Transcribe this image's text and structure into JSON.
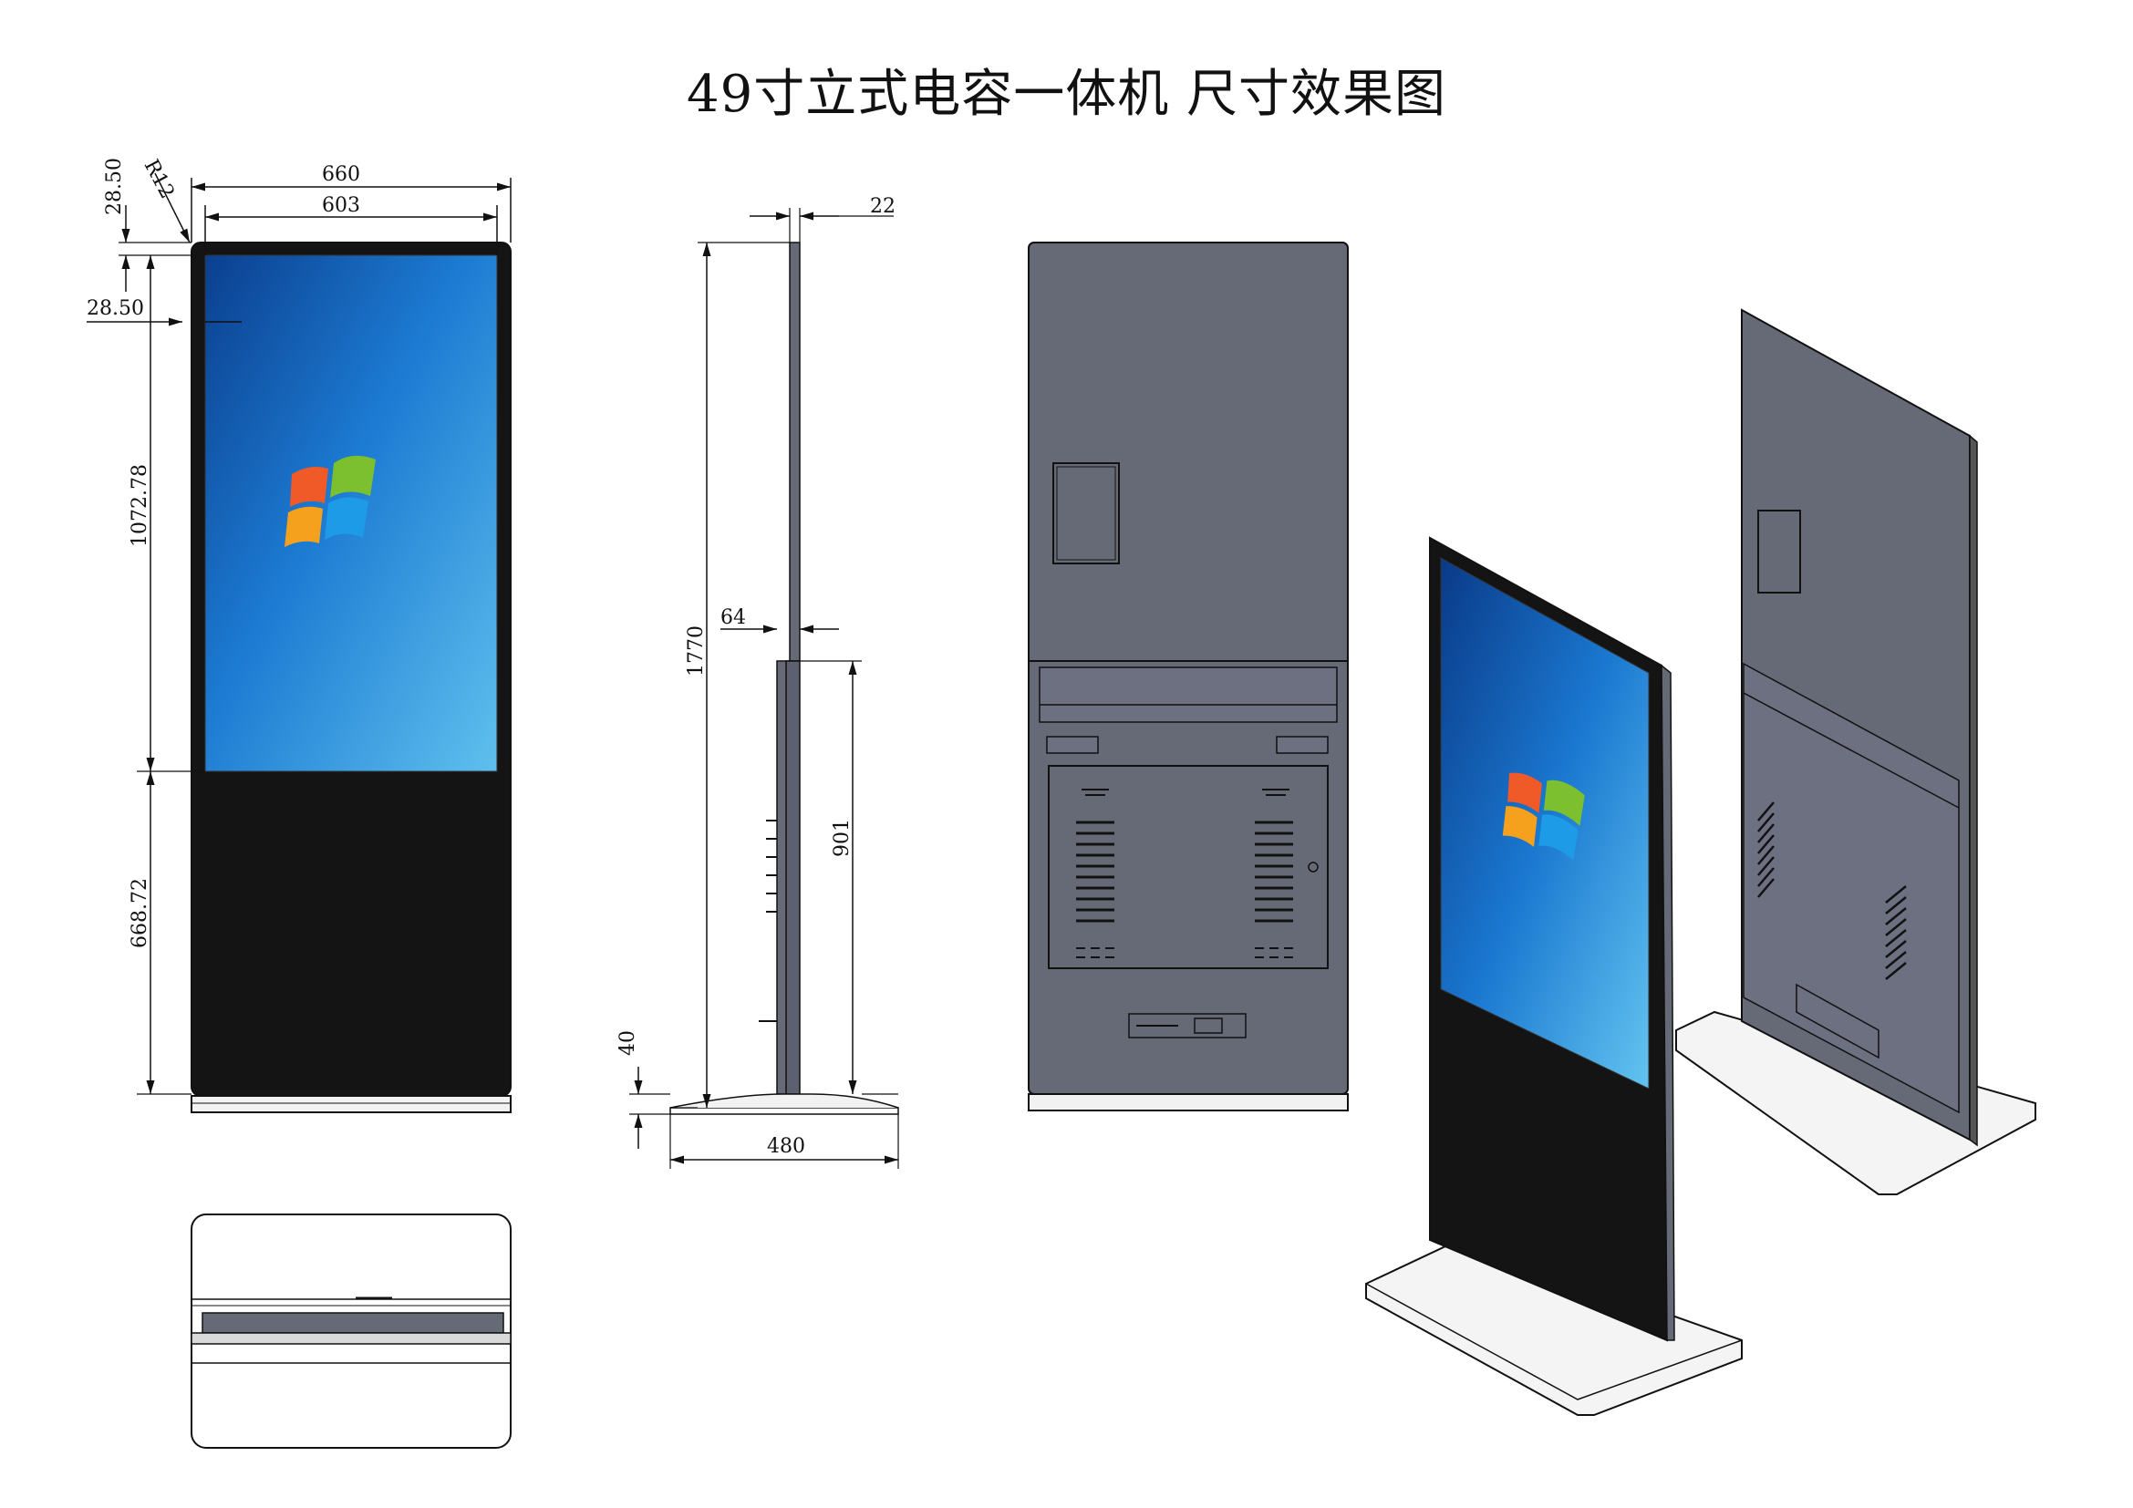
{
  "title": "49寸立式电容一体机 尺寸效果图",
  "dimensions": {
    "front_width_total": "660",
    "front_width_screen": "603",
    "top_margin": "28.50",
    "side_margin": "28.50",
    "corner_radius": "R12",
    "screen_height": "1072.78",
    "lower_body_height": "668.72",
    "depth_top": "22",
    "depth_body": "64",
    "total_height": "1770",
    "lower_height": "901",
    "base_height": "40",
    "base_depth": "480"
  },
  "colors": {
    "screen_bezel": "#111111",
    "back_panel": "#666a77",
    "line": "#111111",
    "base": "#f2f2f2",
    "screen_blue": "#1c7bd2"
  },
  "icons": {
    "screen_logo": "windows-logo-icon"
  }
}
